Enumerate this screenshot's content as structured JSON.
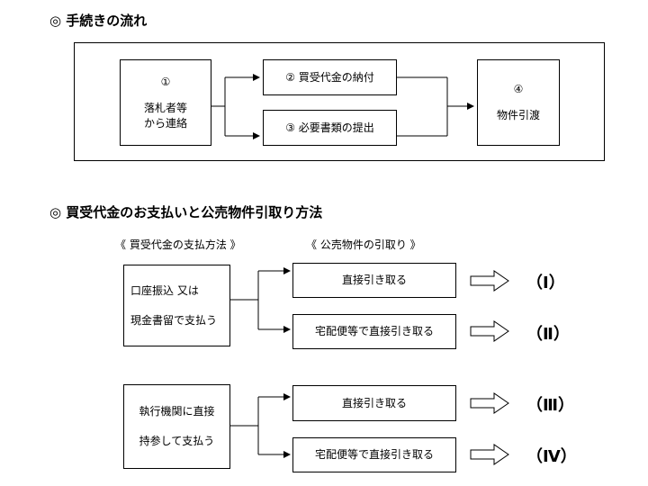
{
  "section1": {
    "title": "◎ 手続きの流れ",
    "step1": {
      "num": "①",
      "line1": "落札者等",
      "line2": "から連絡"
    },
    "step2": "②  買受代金の納付",
    "step3": "③  必要書類の提出",
    "step4": {
      "num": "④",
      "text": "物件引渡"
    }
  },
  "section2": {
    "title": "◎ 買受代金のお支払いと公売物件引取り方法",
    "header_payment": "《 買受代金の支払方法 》",
    "header_pickup": "《 公売物件の引取り 》",
    "group1": {
      "line1": "口座振込  又は",
      "line2": "現金書留で支払う",
      "option_a": "直接引き取る",
      "option_b": "宅配便等で直接引き取る",
      "result_a": "（Ⅰ）",
      "result_b": "（Ⅱ）"
    },
    "group2": {
      "line1": "執行機関に直接",
      "line2": "持参して支払う",
      "option_a": "直接引き取る",
      "option_b": "宅配便等で直接引き取る",
      "result_a": "（Ⅲ）",
      "result_b": "（Ⅳ）"
    }
  }
}
